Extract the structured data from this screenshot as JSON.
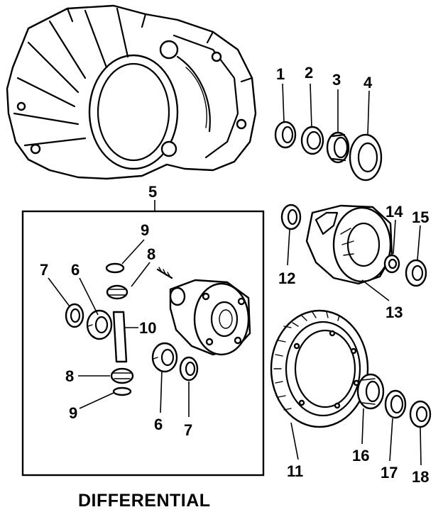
{
  "title": "DIFFERENTIAL",
  "callouts": {
    "c1": "1",
    "c2": "2",
    "c3": "3",
    "c4": "4",
    "c5": "5",
    "c6a": "6",
    "c6b": "6",
    "c7a": "7",
    "c7b": "7",
    "c8a": "8",
    "c8b": "8",
    "c9a": "9",
    "c9b": "9",
    "c10": "10",
    "c11": "11",
    "c12": "12",
    "c13": "13",
    "c14": "14",
    "c15": "15",
    "c16": "16",
    "c17": "17",
    "c18": "18"
  }
}
